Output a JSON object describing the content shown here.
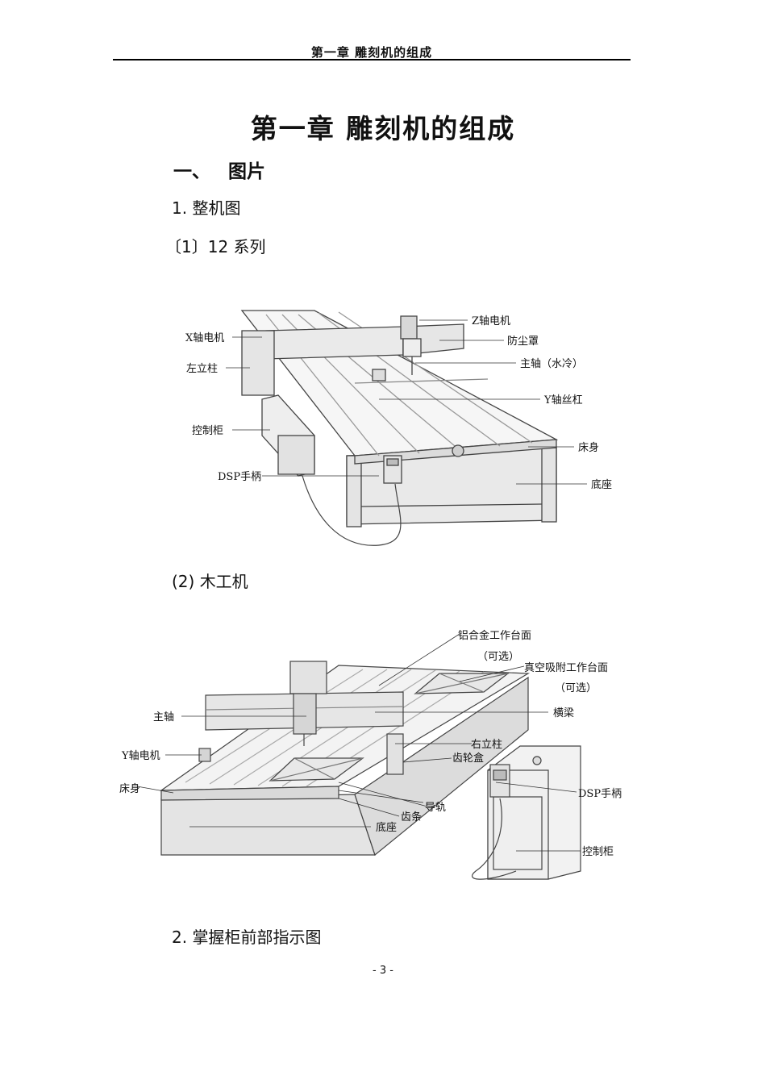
{
  "header": {
    "running_title": "第一章  雕刻机的组成"
  },
  "chapter": {
    "title": "第一章  雕刻机的组成"
  },
  "section": {
    "number": "一、",
    "title": "图片"
  },
  "items": {
    "whole_machine": "1.  整机图",
    "series_12": "〔1〕12 系列",
    "woodworking": "(2)  木工机",
    "cabinet_front": "2.  掌握柜前部指示图"
  },
  "figure1": {
    "labels": {
      "z_motor": "Z轴电机",
      "dust_cover": "防尘罩",
      "spindle": "主轴（水冷）",
      "y_screw": "Y轴丝杠",
      "bed": "床身",
      "base": "底座",
      "x_motor": "X轴电机",
      "left_column": "左立柱",
      "control_cabinet": "控制柜",
      "dsp_handle": "DSP手柄"
    }
  },
  "figure2": {
    "labels": {
      "aluminum_table": "铝合金工作台面",
      "optional_1": "（可选）",
      "vacuum_table": "真空吸附工作台面",
      "optional_2": "（可选）",
      "beam": "横梁",
      "spindle": "主轴",
      "right_column": "右立柱",
      "gearbox": "齿轮盒",
      "y_motor": "Y轴电机",
      "dsp_handle": "DSP手柄",
      "bed": "床身",
      "guide_rail": "导轨",
      "rack": "齿条",
      "base": "底座",
      "control_cabinet": "控制柜"
    }
  },
  "footer": {
    "page_number": "- 3 -"
  }
}
